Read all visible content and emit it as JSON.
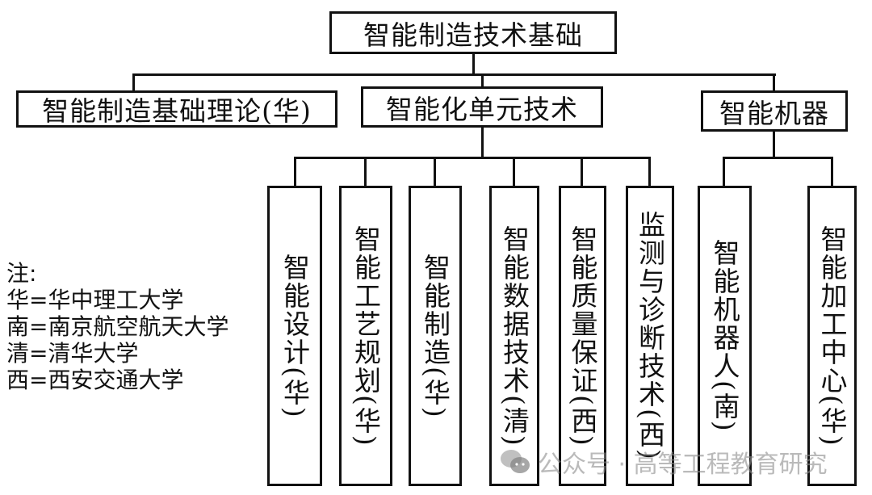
{
  "root": "智能制造技术基础",
  "level2": [
    "智能制造基础理论(华)",
    "智能化单元技术",
    "智能机器"
  ],
  "unit_children": [
    "智能设计(华)",
    "智能工艺规划(华)",
    "智能制造(华)",
    "智能数据技术(清)",
    "智能质量保证(西)",
    "监测与诊断技术(西)"
  ],
  "machine_children": [
    "智能机器人(南)",
    "智能加工中心(华)"
  ],
  "note": {
    "title": "注:",
    "lines": [
      "华=华中理工大学",
      "南=南京航空航天大学",
      "清=清华大学",
      "西=西安交通大学"
    ]
  },
  "watermark": "公众号 · 高等工程教育研究"
}
